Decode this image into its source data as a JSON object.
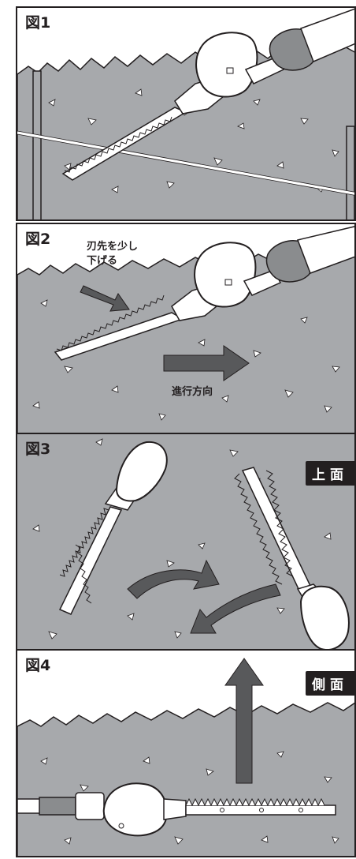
{
  "figures": [
    {
      "label": "図1"
    },
    {
      "label": "図2",
      "callouts": {
        "lower_blade_line1": "刃先を少し",
        "lower_blade_line2": "下げる",
        "direction": "進行方向"
      }
    },
    {
      "label": "図3",
      "view_tag": "上面"
    },
    {
      "label": "図4",
      "view_tag": "側面"
    }
  ],
  "colors": {
    "hedge": "#a7a9ac",
    "outline": "#231f20",
    "arrow": "#58595b",
    "glove": "#8a8c8e",
    "tool_body": "#ffffff"
  }
}
